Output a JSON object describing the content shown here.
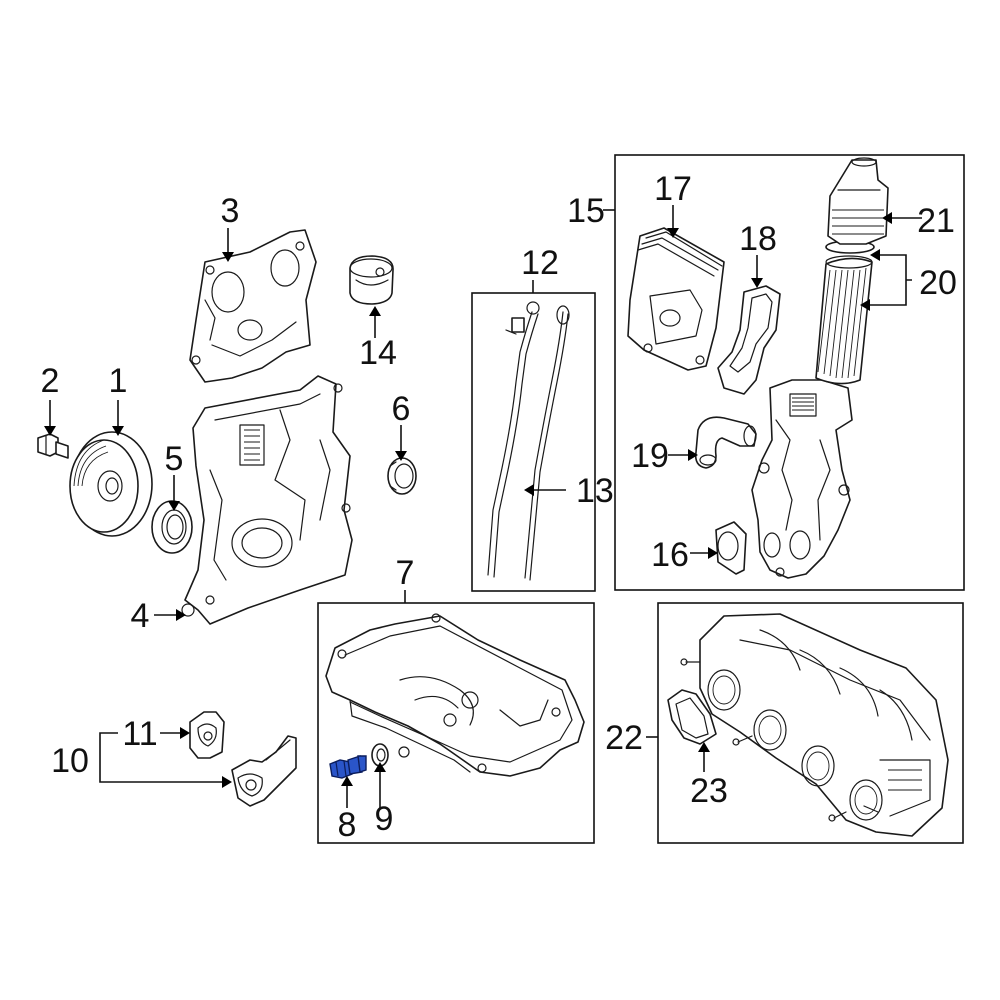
{
  "diagram": {
    "labels": {
      "c1": "1",
      "c2": "2",
      "c3": "3",
      "c4": "4",
      "c5": "5",
      "c6": "6",
      "c7": "7",
      "c8": "8",
      "c9": "9",
      "c10": "10",
      "c11": "11",
      "c12": "12",
      "c13": "13",
      "c14": "14",
      "c15": "15",
      "c16": "16",
      "c17": "17",
      "c18": "18",
      "c19": "19",
      "c20": "20",
      "c21": "21",
      "c22": "22",
      "c23": "23"
    },
    "highlight_color": "#2a55c9"
  }
}
